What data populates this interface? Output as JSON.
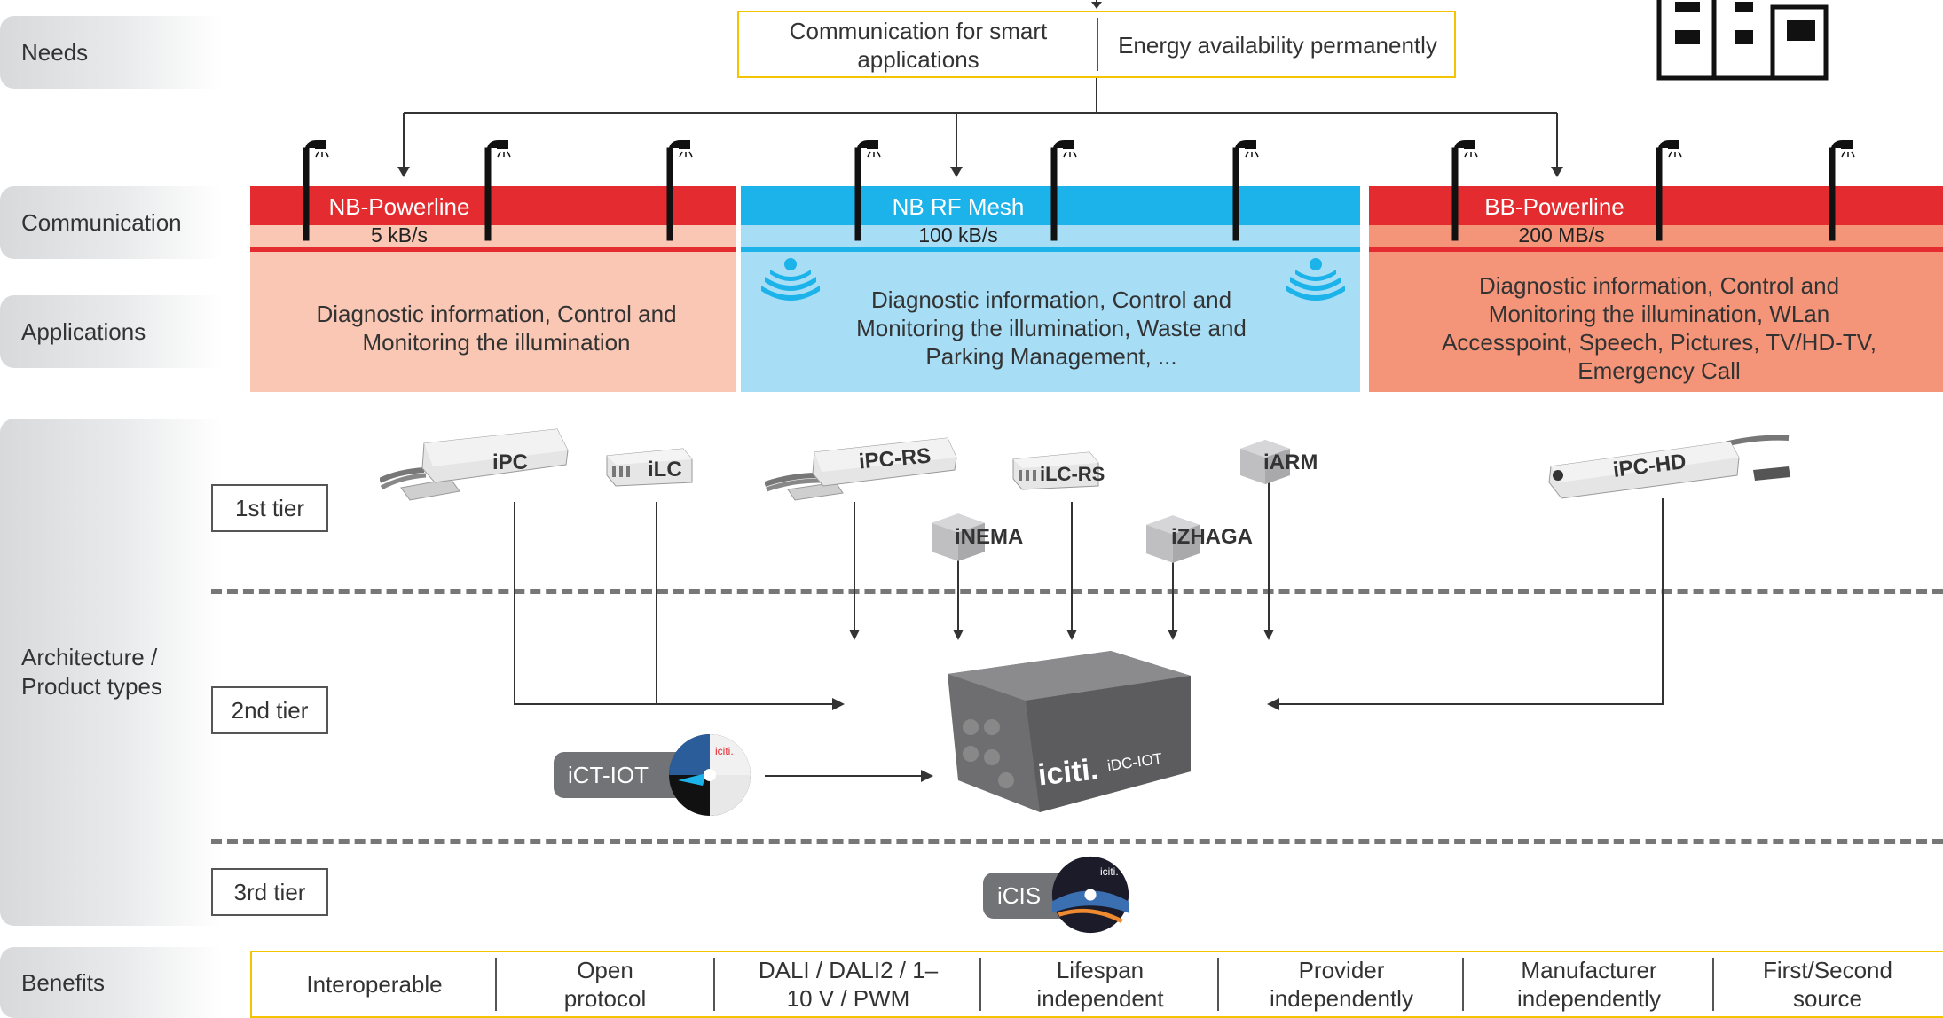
{
  "rows": {
    "needs": "Needs",
    "communication": "Communication",
    "applications": "Applications",
    "architecture": "Architecture / Product types",
    "benefits": "Benefits"
  },
  "needs": {
    "left": "Communication for smart applications",
    "right": "Energy availability permanently"
  },
  "bands": [
    {
      "title": "NB-Powerline",
      "speed": "5 kB/s",
      "color": "#e42b2f",
      "light": "#f9c7b3",
      "app": "Diagnostic information, Control and Monitoring the illumination"
    },
    {
      "title": "NB RF Mesh",
      "speed": "100 kB/s",
      "color": "#1cb2ea",
      "light": "#a7def6",
      "app": "Diagnostic information, Control and Monitoring the illumination, Waste and Parking Management, ..."
    },
    {
      "title": "BB-Powerline",
      "speed": "200 MB/s",
      "color": "#e42b2f",
      "light": "#f4957a",
      "app": "Diagnostic information, Control and Monitoring the illumination, WLan Accesspoint, Speech, Pictures, TV/HD-TV, Emergency Call"
    }
  ],
  "tiers": [
    "1st tier",
    "2nd tier",
    "3rd tier"
  ],
  "products": {
    "ipc": "iPC",
    "ilc": "iLC",
    "ipc_rs": "iPC-RS",
    "ilc_rs": "iLC-RS",
    "iarm": "iARM",
    "inema": "iNEMA",
    "izhaga": "iZHAGA",
    "ipc_hd": "iPC-HD",
    "ict_iot": "iCT-IOT",
    "icis": "iCIS",
    "box_brand": "iciti.",
    "box_model": "iDC-IOT",
    "disc_brand": "iciti."
  },
  "benefits": [
    "Interoperable",
    "Open protocol",
    "DALI / DALI2 / 1–10 V / PWM",
    "Lifespan independent",
    "Provider independently",
    "Manufacturer independently",
    "First/Second source"
  ],
  "colors": {
    "accent_yellow": "#f5c400",
    "red": "#e42b2f",
    "blue": "#1cb2ea",
    "grey_label": "#727376"
  }
}
